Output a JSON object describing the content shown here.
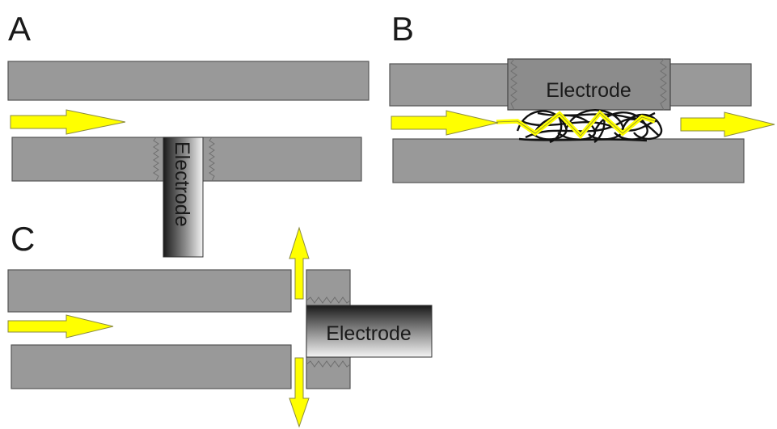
{
  "panels": [
    {
      "letter": "A",
      "electrode_label": "Electrode"
    },
    {
      "letter": "B",
      "electrode_label": "Electrode"
    },
    {
      "letter": "C",
      "electrode_label": "Electrode"
    }
  ],
  "colors": {
    "plate": "#999999",
    "plate_outline": "#555555",
    "arrow": "#ffff00",
    "electrode_dark": "#1a1a1a",
    "electrode_light": "#f2f2f2",
    "fiber": "#111111"
  }
}
